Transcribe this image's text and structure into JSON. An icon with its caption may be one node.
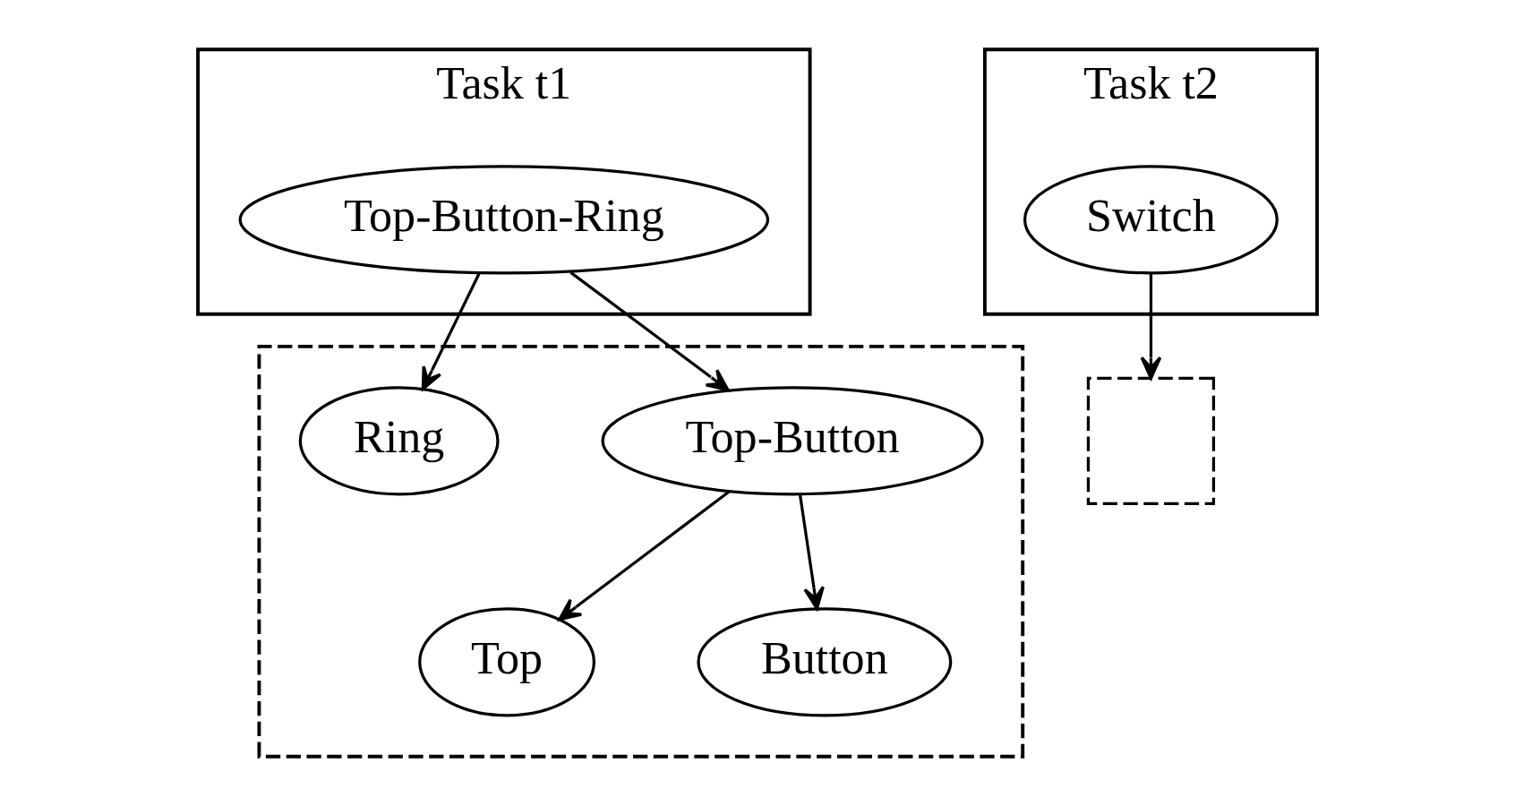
{
  "diagram": {
    "nodes": [
      {
        "text": [
          "Task t1"
        ]
      },
      {
        "text": [
          "Top-Button-Ring"
        ],
        "in": 0
      },
      {
        "text": [],
        "shape": "box"
      },
      {
        "text": [
          "Top-Button"
        ],
        "in": 2
      },
      {
        "text": [
          "Ring"
        ],
        "in": 2
      },
      {
        "text": [
          "Top"
        ],
        "in": 2
      },
      {
        "text": [
          "Button"
        ],
        "in": 2
      },
      {
        "text": [
          "Task t2"
        ]
      },
      {
        "text": [
          "Switch"
        ],
        "in": 7
      },
      {
        "text": [],
        "shape": "box"
      }
    ],
    "edges": [
      {
        "from": 1,
        "to": 3,
        "arrow": "to"
      },
      {
        "from": 1,
        "to": 4,
        "arrow": "to"
      },
      {
        "from": 3,
        "to": 5,
        "arrow": "to"
      },
      {
        "from": 3,
        "to": 6,
        "arrow": "to"
      },
      {
        "from": 8,
        "to": 9,
        "arrow": "to"
      }
    ]
  }
}
